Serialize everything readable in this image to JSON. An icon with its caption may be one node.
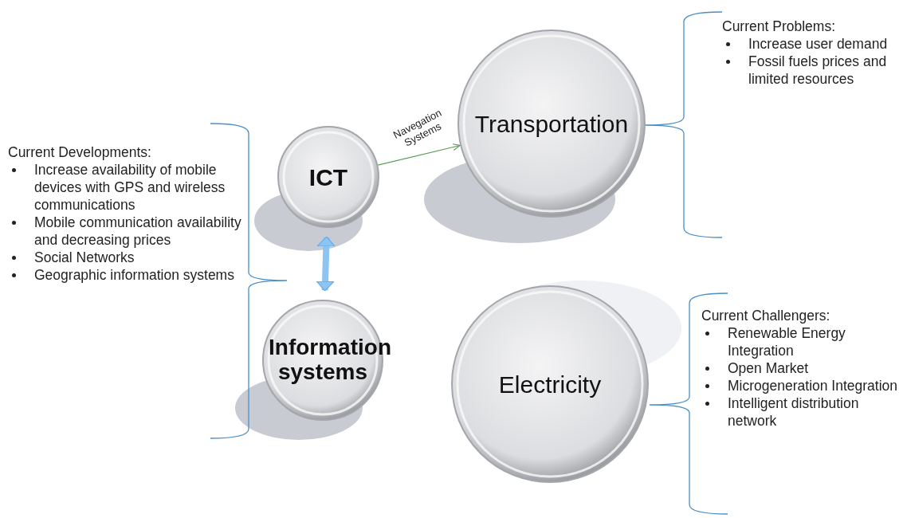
{
  "diagram": {
    "nodes": [
      {
        "text": [
          "ICT"
        ]
      },
      {
        "text": [
          "Information systems"
        ]
      },
      {
        "text": [
          "Transportation"
        ]
      },
      {
        "text": [
          "Electricity"
        ]
      }
    ],
    "edges": [
      {
        "from": 0,
        "to": 2,
        "arrow": "to",
        "label": "Navegation Systems",
        "color": "#5a9e5a"
      },
      {
        "from": 0,
        "to": 1,
        "arrow": "both",
        "style": "thick",
        "color": "#8ec4f2"
      }
    ],
    "labels": [
      "Current Developments:",
      "Increase availability of mobile devices with GPS and wireless communications",
      "Mobile communication availability and decreasing prices",
      "Social Networks",
      "Geographic information systems",
      "Current Problems:",
      "Increase user demand",
      "Fossil fuels prices and limited resources",
      "Current Challengers:",
      "Renewable Energy Integration",
      "Open Market",
      "Microgeneration Integration",
      "Intelligent distribution network"
    ]
  }
}
